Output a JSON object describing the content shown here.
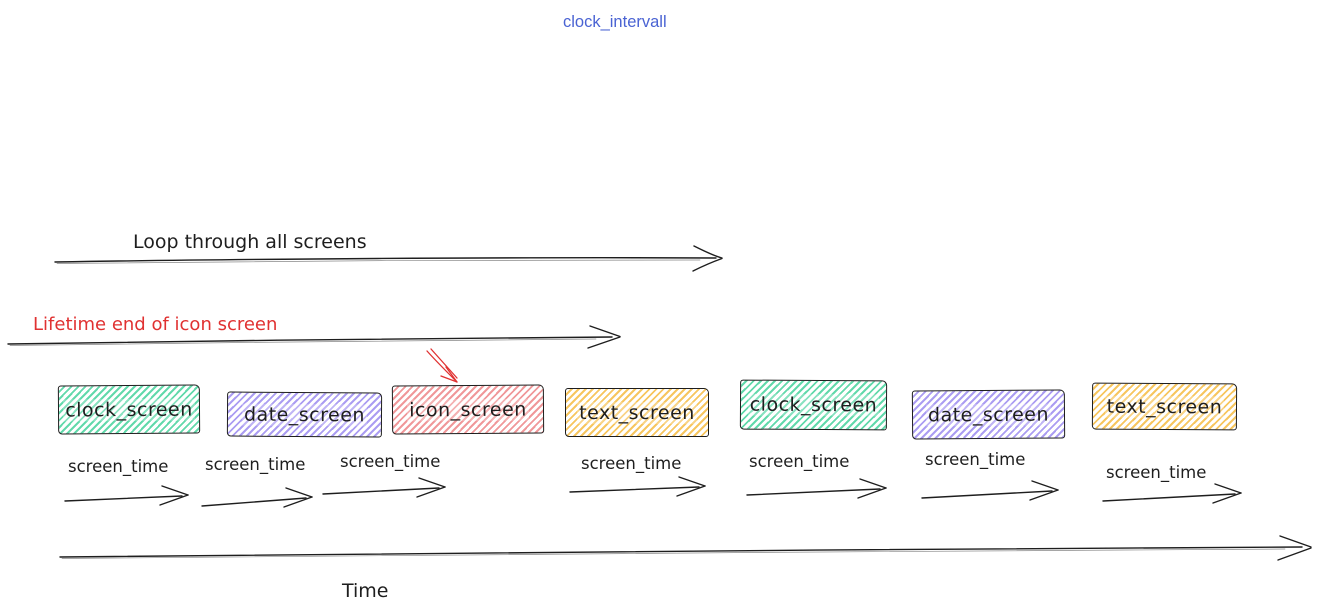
{
  "title": "clock_intervall",
  "annotations": {
    "loop_label": "Loop through all screens",
    "lifetime_label": "Lifetime end of icon screen",
    "time_label": "Time"
  },
  "screens": [
    {
      "label": "clock_screen",
      "color": "#62d9ab"
    },
    {
      "label": "date_screen",
      "color": "#ab9df2"
    },
    {
      "label": "icon_screen",
      "color": "#f0989a"
    },
    {
      "label": "text_screen",
      "color": "#f7c65f"
    },
    {
      "label": "clock_screen",
      "color": "#62d9ab"
    },
    {
      "label": "date_screen",
      "color": "#ab9df2"
    },
    {
      "label": "text_screen",
      "color": "#f7c65f"
    }
  ],
  "screen_time_label": "screen_time",
  "colors": {
    "title_blue": "#4a63d3",
    "stroke_black": "#1e1e1e",
    "highlight_red": "#e03131",
    "box_green": "#62d9ab",
    "box_purple": "#ab9df2",
    "box_red": "#f0989a",
    "box_yellow": "#f7c65f"
  }
}
